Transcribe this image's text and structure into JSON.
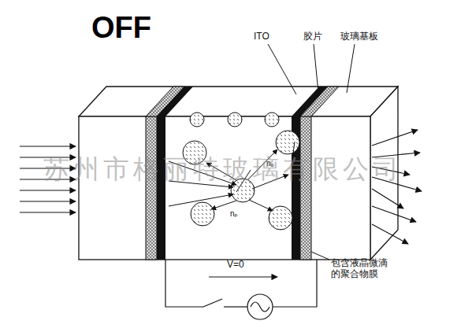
{
  "diagram": {
    "title": "OFF",
    "labels": [
      "ITO",
      "胶片",
      "玻璃基板",
      "nₒ",
      "nₑ",
      "nₚ",
      "V=0",
      "包含液晶微滴 的聚合物膜",
      "苏州市格丽特玻璃有限公司"
    ]
  }
}
